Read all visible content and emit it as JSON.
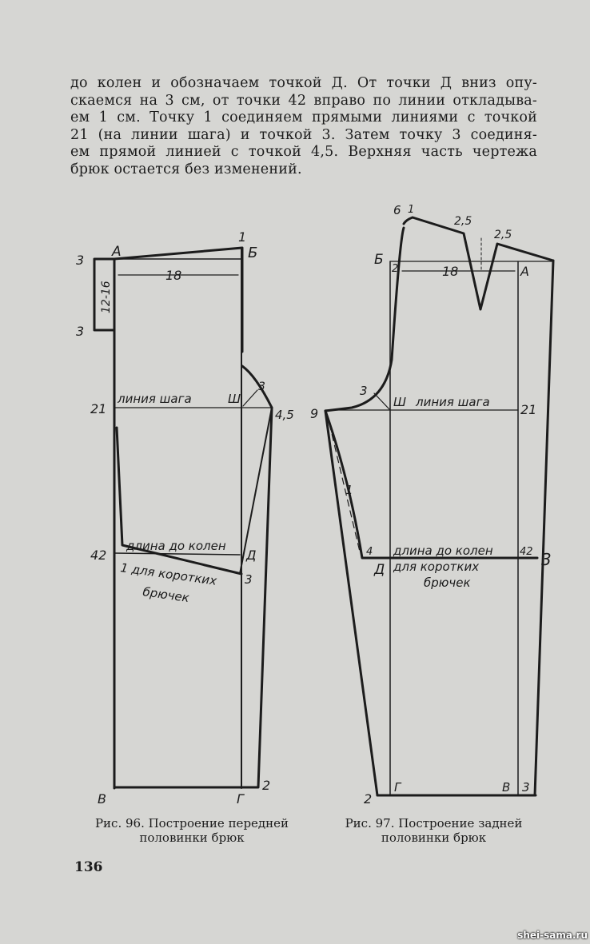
{
  "paragraph": [
    "до колен и обозначаем точкой Д. От точки Д вниз опу-",
    "скаемся на 3 см, от точки 42 вправо по линии откладыва-",
    "ем 1 см. Точку 1 соединяем прямыми линиями с точкой",
    "21 (на линии шага) и точкой 3. Затем точку 3 соединя-",
    "ем прямой линией с точкой 4,5. Верхняя часть чертежа",
    "брюк остается без изменений."
  ],
  "fig96": {
    "caption_line1": "Рис. 96. Построение передней",
    "caption_line2": "половинки брюк",
    "labels": {
      "a": "А",
      "b": "Б",
      "one_top": "1",
      "three_top": "3",
      "three_low": "3",
      "band": "12-16",
      "width": "18",
      "p21": "21",
      "sh": "Ш",
      "p3": "3",
      "p45": "4,5",
      "step_line": "линия шага",
      "knee_line": "длина до колен",
      "p42": "42",
      "d": "Д",
      "short1": "1 для коротких",
      "short2": "брючек",
      "p3_knee": "3",
      "v": "В",
      "g": "Г",
      "p2": "2"
    }
  },
  "fig97": {
    "caption_line1": "Рис. 97. Построение задней",
    "caption_line2": "половинки брюк",
    "labels": {
      "six": "6",
      "one": "1",
      "dart1": "2,5",
      "dart2": "2,5",
      "b": "Б",
      "two": "2",
      "width": "18",
      "a": "А",
      "p3": "3",
      "sh": "Ш",
      "step_line": "линия шага",
      "p21": "21",
      "nine": "9",
      "x1": "1",
      "four": "4",
      "knee_line": "длина до колен",
      "p42": "42",
      "three": "3",
      "d": "Д",
      "short1": "для коротких",
      "short2": "брючек",
      "p2_bottom": "2",
      "g": "Г",
      "v": "В",
      "p3_bottom": "3"
    }
  },
  "page_number": "136",
  "watermark": "shei-sama.ru"
}
